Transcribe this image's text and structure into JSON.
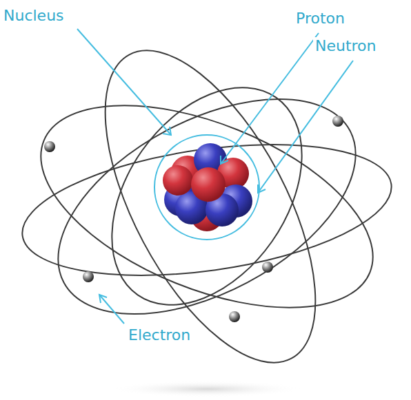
{
  "diagram": {
    "labels": [
      "Nucleus",
      "Proton",
      "Neutron",
      "Electron"
    ]
  }
}
